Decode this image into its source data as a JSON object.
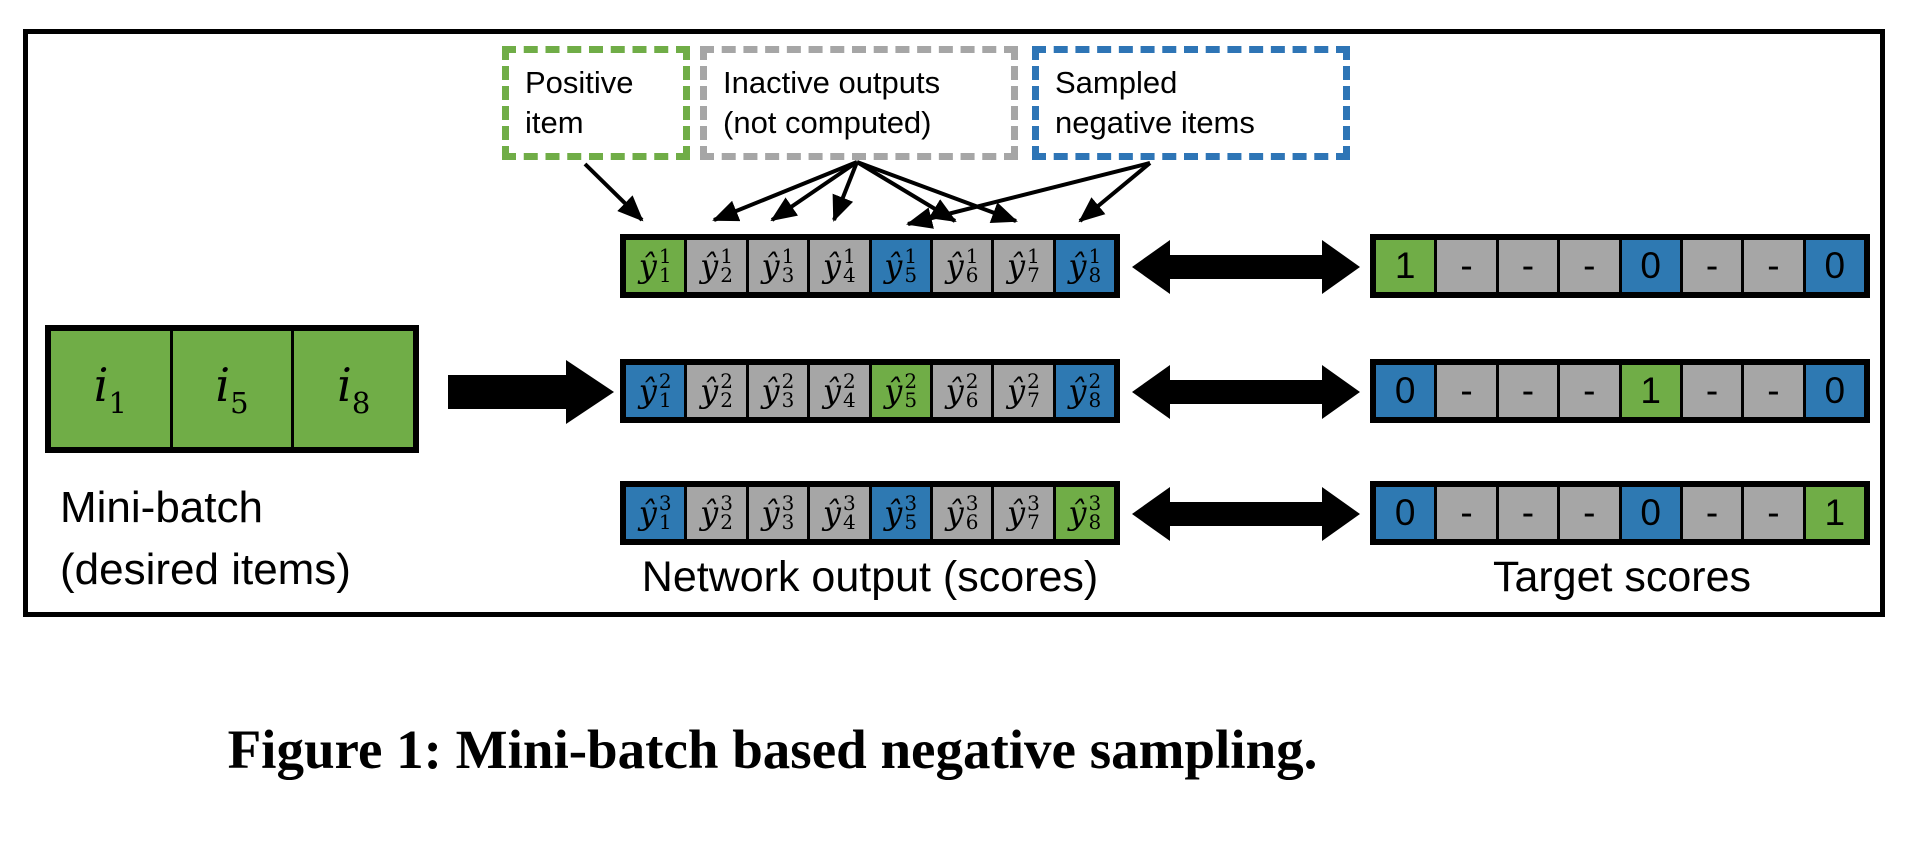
{
  "colors": {
    "positive": "#70AD47",
    "inactive": "#A6A6A6",
    "negative": "#2E79B2"
  },
  "legend": {
    "positive": {
      "lines": [
        "Positive",
        "item"
      ]
    },
    "inactive": {
      "lines": [
        "Inactive outputs",
        "(not computed)"
      ]
    },
    "negative": {
      "lines": [
        "Sampled",
        "negative items"
      ]
    }
  },
  "minibatch": {
    "cells": [
      {
        "base": "i",
        "sub": "1"
      },
      {
        "base": "i",
        "sub": "5"
      },
      {
        "base": "i",
        "sub": "8"
      }
    ],
    "label_lines": [
      "Mini-batch",
      "(desired items)"
    ]
  },
  "network": {
    "label": "Network output (scores)",
    "cell_base": "ŷ",
    "rows": [
      {
        "sup": "1",
        "cells": [
          {
            "sub": "1",
            "type": "positive"
          },
          {
            "sub": "2",
            "type": "inactive"
          },
          {
            "sub": "3",
            "type": "inactive"
          },
          {
            "sub": "4",
            "type": "inactive"
          },
          {
            "sub": "5",
            "type": "negative"
          },
          {
            "sub": "6",
            "type": "inactive"
          },
          {
            "sub": "7",
            "type": "inactive"
          },
          {
            "sub": "8",
            "type": "negative"
          }
        ]
      },
      {
        "sup": "2",
        "cells": [
          {
            "sub": "1",
            "type": "negative"
          },
          {
            "sub": "2",
            "type": "inactive"
          },
          {
            "sub": "3",
            "type": "inactive"
          },
          {
            "sub": "4",
            "type": "inactive"
          },
          {
            "sub": "5",
            "type": "positive"
          },
          {
            "sub": "6",
            "type": "inactive"
          },
          {
            "sub": "7",
            "type": "inactive"
          },
          {
            "sub": "8",
            "type": "negative"
          }
        ]
      },
      {
        "sup": "3",
        "cells": [
          {
            "sub": "1",
            "type": "negative"
          },
          {
            "sub": "2",
            "type": "inactive"
          },
          {
            "sub": "3",
            "type": "inactive"
          },
          {
            "sub": "4",
            "type": "inactive"
          },
          {
            "sub": "5",
            "type": "negative"
          },
          {
            "sub": "6",
            "type": "inactive"
          },
          {
            "sub": "7",
            "type": "inactive"
          },
          {
            "sub": "8",
            "type": "positive"
          }
        ]
      }
    ]
  },
  "target": {
    "label": "Target scores",
    "rows": [
      {
        "cells": [
          {
            "text": "1",
            "type": "positive"
          },
          {
            "text": "-",
            "type": "inactive"
          },
          {
            "text": "-",
            "type": "inactive"
          },
          {
            "text": "-",
            "type": "inactive"
          },
          {
            "text": "0",
            "type": "negative"
          },
          {
            "text": "-",
            "type": "inactive"
          },
          {
            "text": "-",
            "type": "inactive"
          },
          {
            "text": "0",
            "type": "negative"
          }
        ]
      },
      {
        "cells": [
          {
            "text": "0",
            "type": "negative"
          },
          {
            "text": "-",
            "type": "inactive"
          },
          {
            "text": "-",
            "type": "inactive"
          },
          {
            "text": "-",
            "type": "inactive"
          },
          {
            "text": "1",
            "type": "positive"
          },
          {
            "text": "-",
            "type": "inactive"
          },
          {
            "text": "-",
            "type": "inactive"
          },
          {
            "text": "0",
            "type": "negative"
          }
        ]
      },
      {
        "cells": [
          {
            "text": "0",
            "type": "negative"
          },
          {
            "text": "-",
            "type": "inactive"
          },
          {
            "text": "-",
            "type": "inactive"
          },
          {
            "text": "-",
            "type": "inactive"
          },
          {
            "text": "0",
            "type": "negative"
          },
          {
            "text": "-",
            "type": "inactive"
          },
          {
            "text": "-",
            "type": "inactive"
          },
          {
            "text": "1",
            "type": "positive"
          }
        ]
      }
    ]
  },
  "caption": "Figure 1: Mini-batch based negative sampling."
}
